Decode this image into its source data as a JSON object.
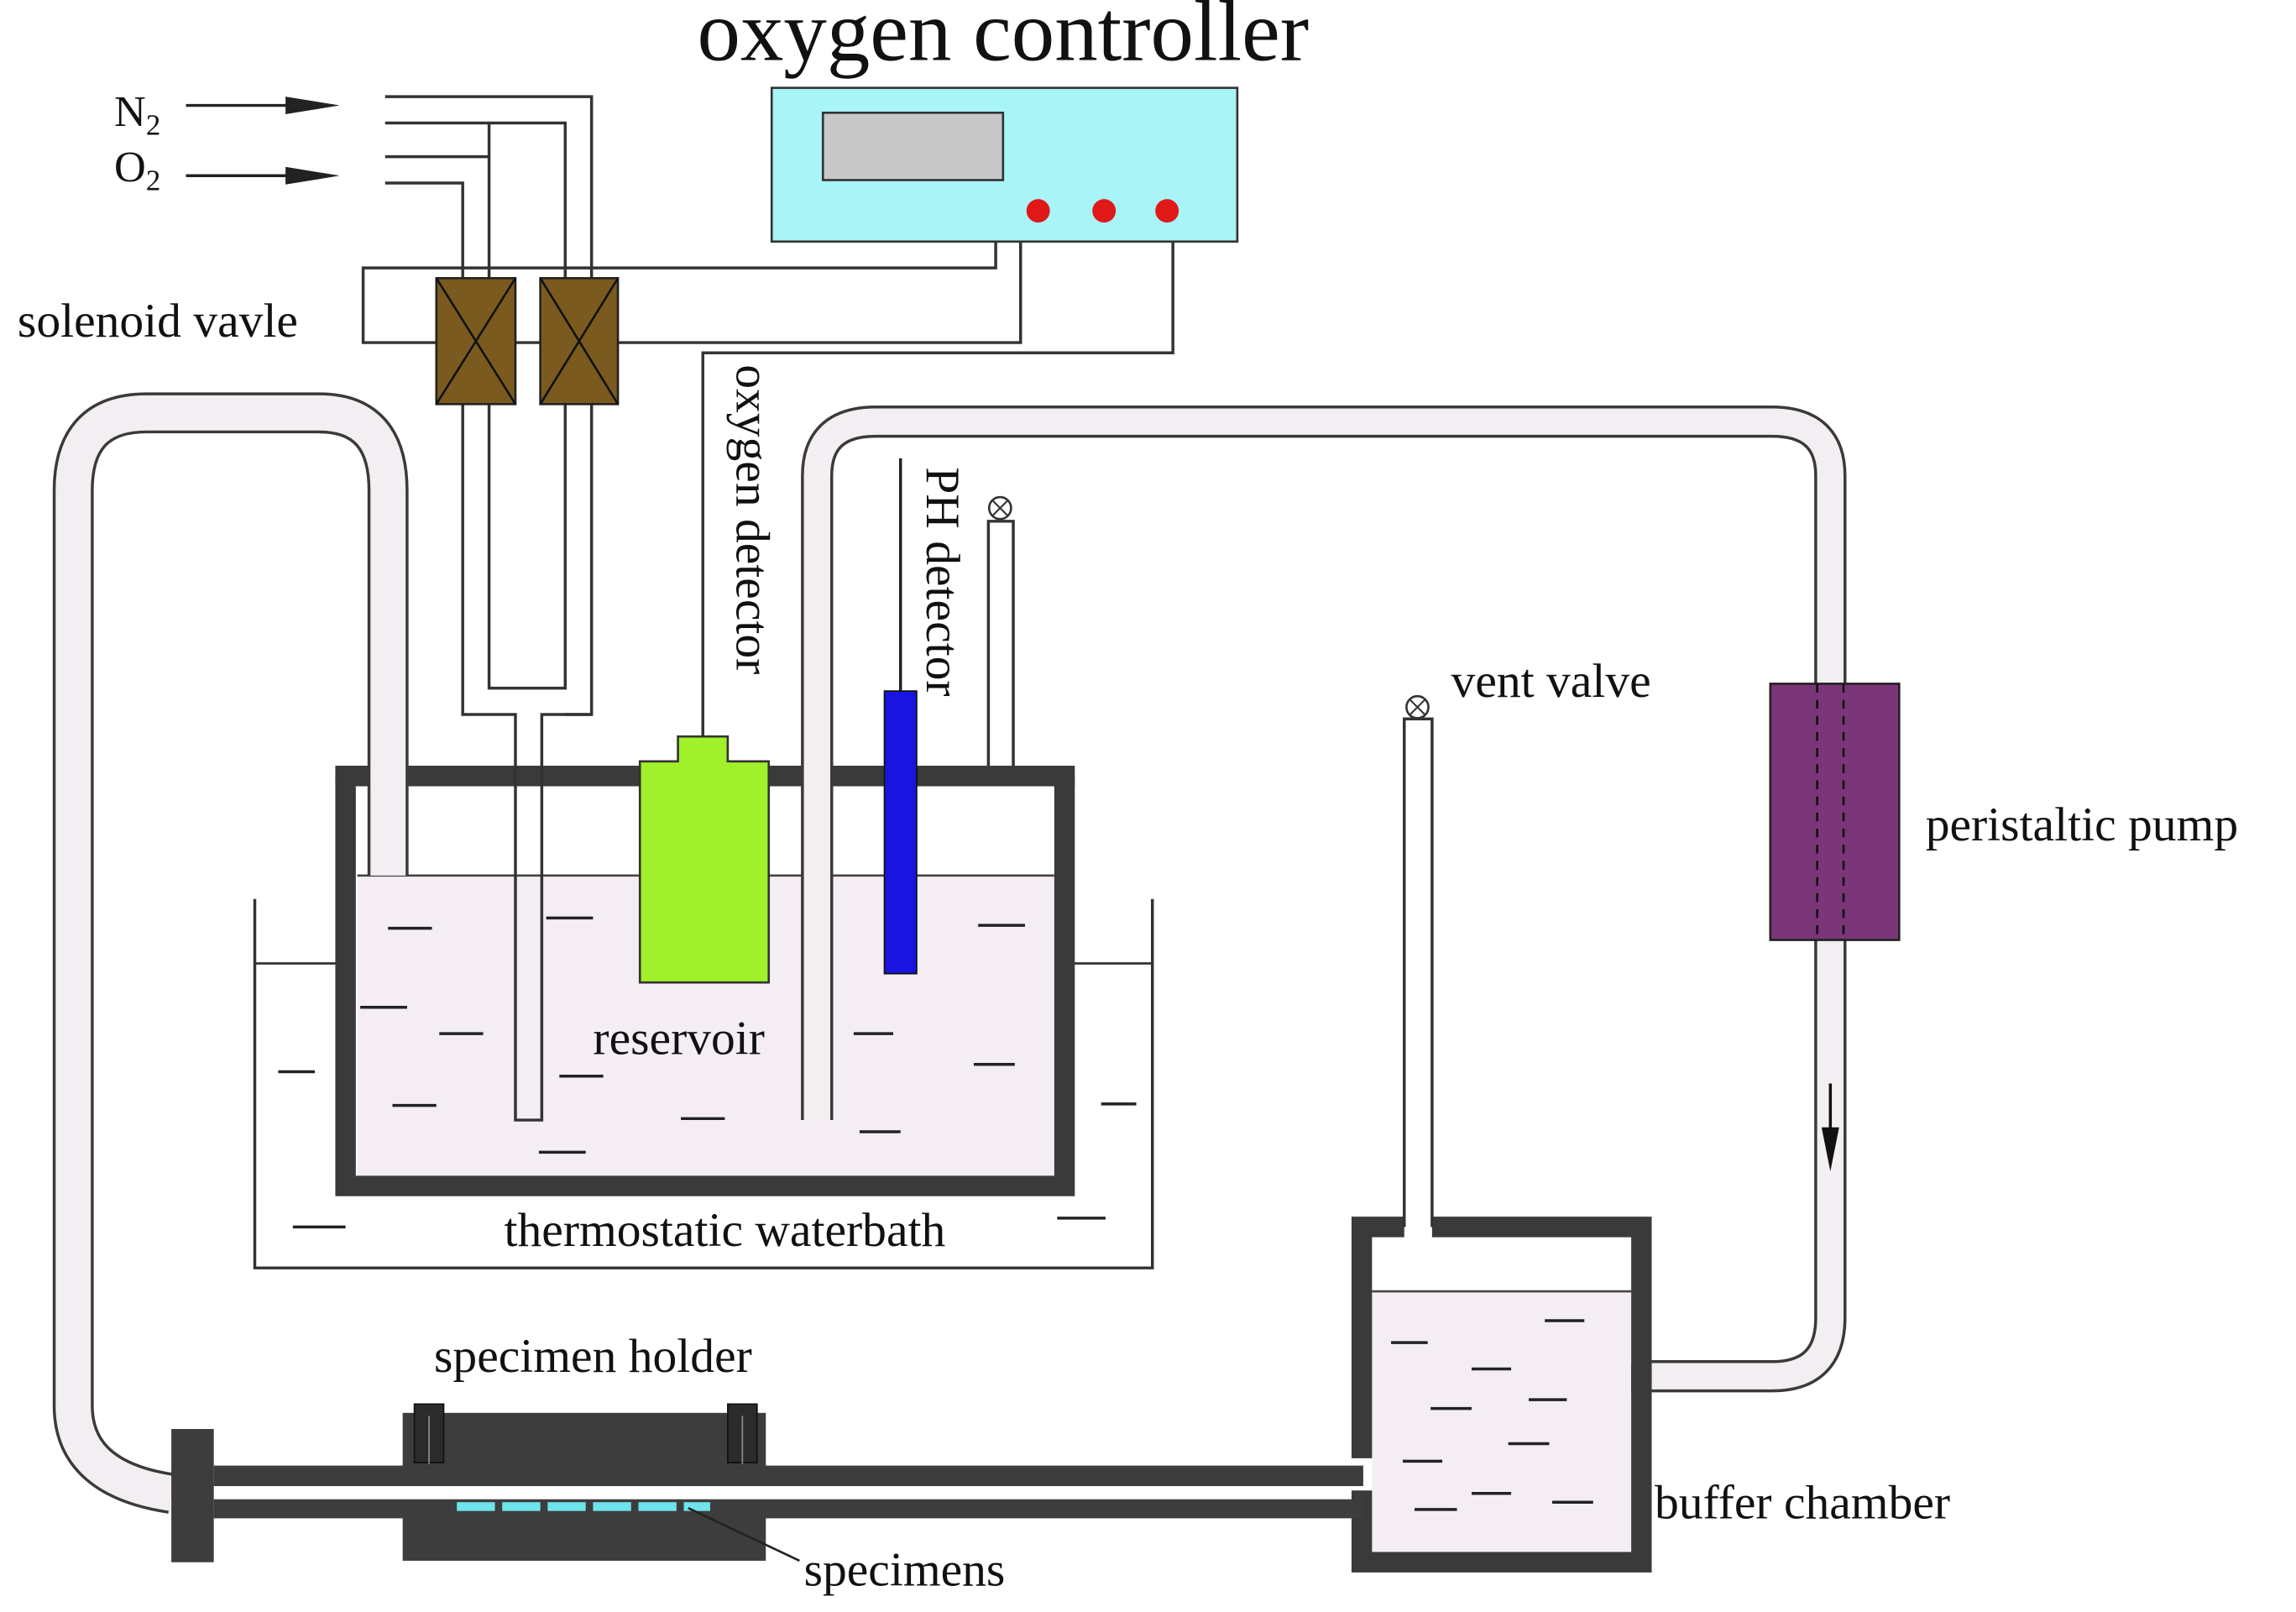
{
  "labels": {
    "oxygen_controller": "oxygen controller",
    "n2": "N",
    "n2_sub": "2",
    "o2": "O",
    "o2_sub": "2",
    "solenoid_valve": "solenoid vavle",
    "oxygen_detector": "oxygen detector",
    "ph_detector": "PH detector",
    "vent_valve": "vent valve",
    "peristaltic_pump": "peristaltic pump",
    "reservoir": "reservoir",
    "thermostatic_waterbath": "thermostatic waterbath",
    "specimen_holder": "specimen holder",
    "buffer_chamber": "buffer chamber",
    "specimens": "specimens"
  },
  "colors": {
    "controller_body": "#a8f4f6",
    "controller_display": "#c8c8c8",
    "controller_button": "#e01818",
    "solenoid_valve": "#7a5a1e",
    "oxygen_detector": "#a0f02a",
    "ph_detector": "#1a14e0",
    "peristaltic_pump": "#7a3678",
    "reservoir_wall": "#3a3a3a",
    "water": "#f4eef4",
    "tubing_fill": "#f2eef2",
    "specimen_holder": "#3d3d3d",
    "specimens": "#6fe4ec"
  }
}
